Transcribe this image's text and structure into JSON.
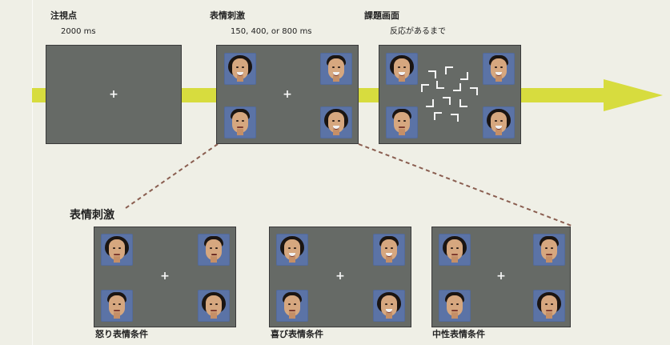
{
  "labels": {
    "fixation_title": "注視点",
    "fixation_duration": "2000 ms",
    "emotion_stimulus_title": "表情刺激",
    "emotion_stimulus_duration": "150, 400, or 800 ms",
    "task_screen_title": "課題画面",
    "task_screen_subtitle": "反応があるまで",
    "lower_section_title": "表情刺激",
    "angry_condition": "怒り表情条件",
    "happy_condition": "喜び表情条件",
    "neutral_condition": "中性表情条件"
  },
  "symbols": {
    "fixation_cross": "+"
  },
  "colors": {
    "background": "#efefe6",
    "screen": "#666a66",
    "arrow": "#d7dc3e",
    "dash": "#8a5e50",
    "face_bg": "#5b73a6"
  }
}
